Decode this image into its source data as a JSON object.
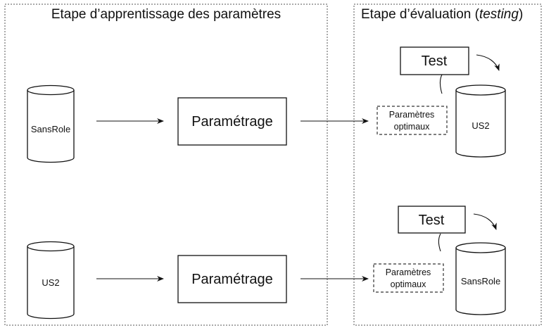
{
  "panels": {
    "learning_title": "Etape d’apprentissage des paramètres",
    "evaluation_title_prefix": "Etape d’évaluation (",
    "evaluation_title_italic": "testing",
    "evaluation_title_suffix": ")"
  },
  "rows": [
    {
      "source_db": "SansRole",
      "process": "Paramétrage",
      "params_line1": "Paramètres",
      "params_line2": "optimaux",
      "test": "Test",
      "target_db": "US2"
    },
    {
      "source_db": "US2",
      "process": "Paramétrage",
      "params_line1": "Paramètres",
      "params_line2": "optimaux",
      "test": "Test",
      "target_db": "SansRole"
    }
  ]
}
